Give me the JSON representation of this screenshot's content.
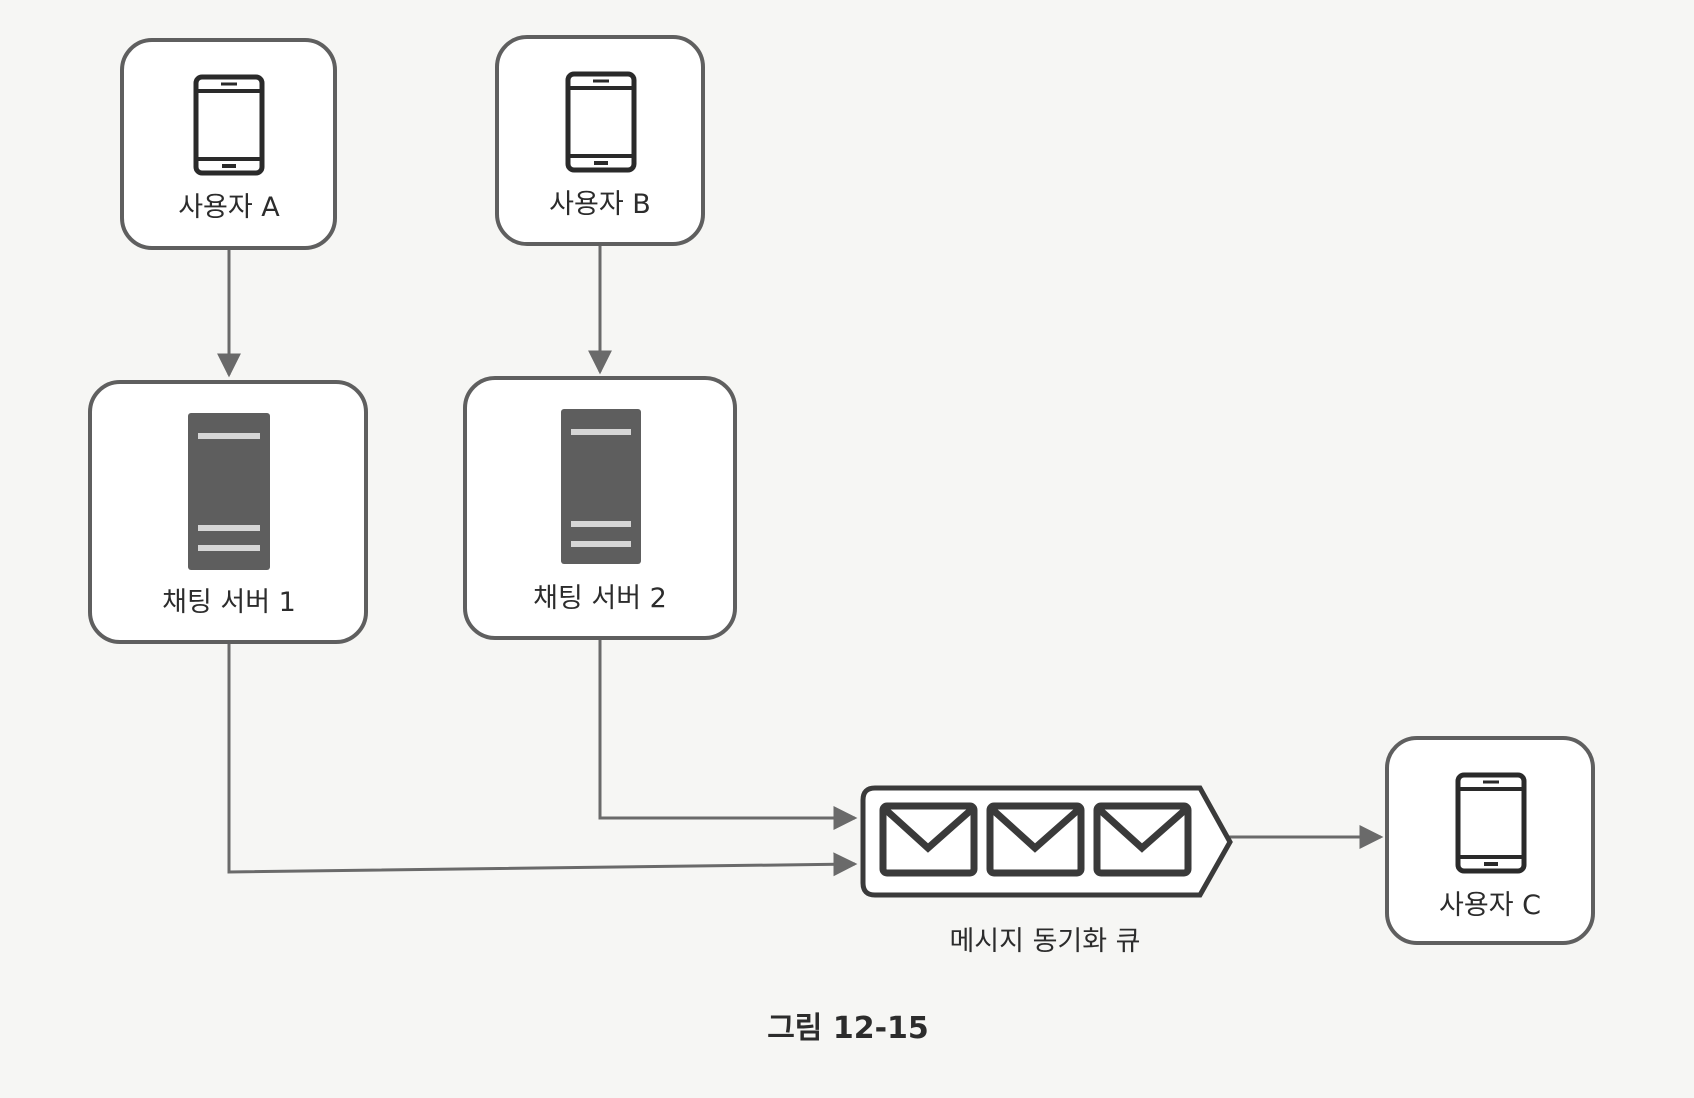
{
  "nodes": {
    "user_a": {
      "label": "사용자 A",
      "icon": "smartphone-icon"
    },
    "user_b": {
      "label": "사용자 B",
      "icon": "smartphone-icon"
    },
    "server_1": {
      "label": "채팅 서버 1",
      "icon": "server-icon"
    },
    "server_2": {
      "label": "채팅 서버 2",
      "icon": "server-icon"
    },
    "queue": {
      "label": "메시지 동기화 큐",
      "icon": "envelope-icon",
      "message_count": 3
    },
    "user_c": {
      "label": "사용자 C",
      "icon": "smartphone-icon"
    }
  },
  "edges": [
    {
      "from": "user_a",
      "to": "server_1"
    },
    {
      "from": "user_b",
      "to": "server_2"
    },
    {
      "from": "server_2",
      "to": "queue"
    },
    {
      "from": "server_1",
      "to": "queue"
    },
    {
      "from": "queue",
      "to": "user_c"
    }
  ],
  "caption": "그림 12-15",
  "colors": {
    "stroke": "#5f5f5f",
    "server_fill": "#5e5e5e",
    "background": "#f6f6f4"
  }
}
